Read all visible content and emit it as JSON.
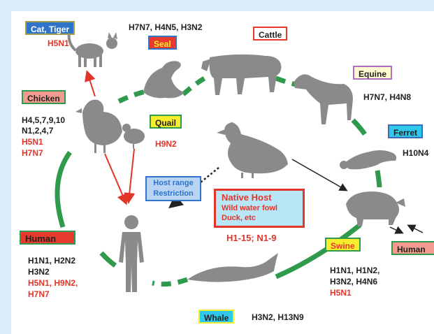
{
  "labels": {
    "cat_tiger": "Cat, Tiger",
    "seal": "Seal",
    "cattle": "Cattle",
    "equine": "Equine",
    "ferret": "Ferret",
    "chicken": "Chicken",
    "quail": "Quail",
    "host_range": "Host range",
    "restriction": "Restriction",
    "human_left": "Human",
    "human_right": "Human",
    "swine": "Swine",
    "whale": "Whale"
  },
  "native_host": {
    "title": "Native Host",
    "line1": "Wild water fowl",
    "line2": "Duck, etc",
    "subtypes": "H1-15; N1-9"
  },
  "subtypes": {
    "cat_tiger": "H5N1",
    "seal": "H7N7, H4N5, H3N2",
    "equine": "H7N7, H4N8",
    "ferret": "H10N4",
    "chicken_black_1": "H4,5,7,9,10",
    "chicken_black_2": "N1,2,4,7",
    "chicken_red_1": "H5N1",
    "chicken_red_2": "H7N7",
    "quail": "H9N2",
    "human_black_1": "H1N1, H2N2",
    "human_black_2": "H3N2",
    "human_red_1": "H5N1, H9N2,",
    "human_red_2": "H7N7",
    "swine_black_1": "H1N1, H1N2,",
    "swine_black_2": "H3N2, H4N6",
    "swine_red": "H5N1",
    "whale": "H3N2, H13N9"
  },
  "colors": {
    "background": "#d9eef9",
    "cycle_green": "#2f9a4b",
    "animal_gray": "#8a8a8a",
    "arrow_red": "#e2352a",
    "label_blue": "#2e74c8",
    "label_red": "#e63a2e",
    "label_olive": "#a9a14a",
    "label_yellow": "#f6ed2c",
    "label_cyan": "#2fc7ea",
    "label_salmon": "#f39a8f",
    "native_host_fill": "#b9e6f6",
    "native_host_border": "#e2352a"
  },
  "icons": [
    "cat-icon",
    "seal-icon",
    "cow-icon",
    "horse-icon",
    "ferret-icon",
    "chicken-icon",
    "quail-icon",
    "duck-icon",
    "pig-icon",
    "whale-icon",
    "human-icon"
  ]
}
